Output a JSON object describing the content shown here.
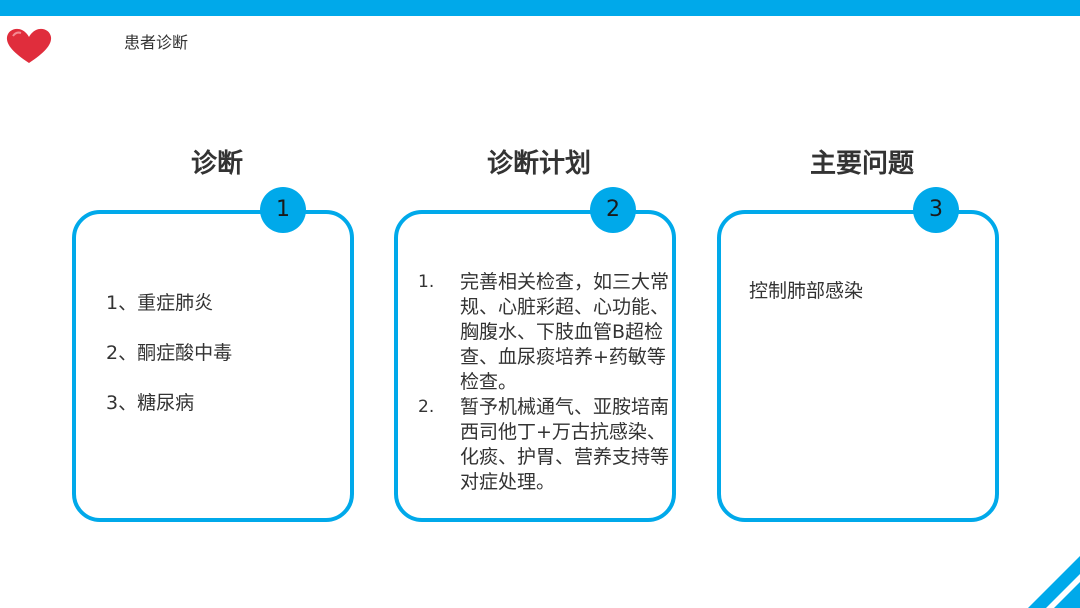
{
  "header": {
    "title": "患者诊断"
  },
  "columns": [
    {
      "title": "诊断",
      "badge": "1",
      "items": [
        "1、重症肺炎",
        "2、酮症酸中毒",
        "3、糖尿病"
      ]
    },
    {
      "title": "诊断计划",
      "badge": "2",
      "items": [
        {
          "num": "1.",
          "text": "完善相关检查，如三大常规、心脏彩超、心功能、胸腹水、下肢血管B超检查、血尿痰培养+药敏等检查。"
        },
        {
          "num": "2.",
          "text": "暂予机械通气、亚胺培南西司他丁+万古抗感染、化痰、护胃、营养支持等对症处理。"
        }
      ]
    },
    {
      "title": "主要问题",
      "badge": "3",
      "text": "控制肺部感染"
    }
  ],
  "colors": {
    "accent": "#00a9ea",
    "heart": "#e02d3c"
  },
  "icons": {
    "logo": "heart-icon",
    "corner": "corner-stripe-decoration"
  }
}
